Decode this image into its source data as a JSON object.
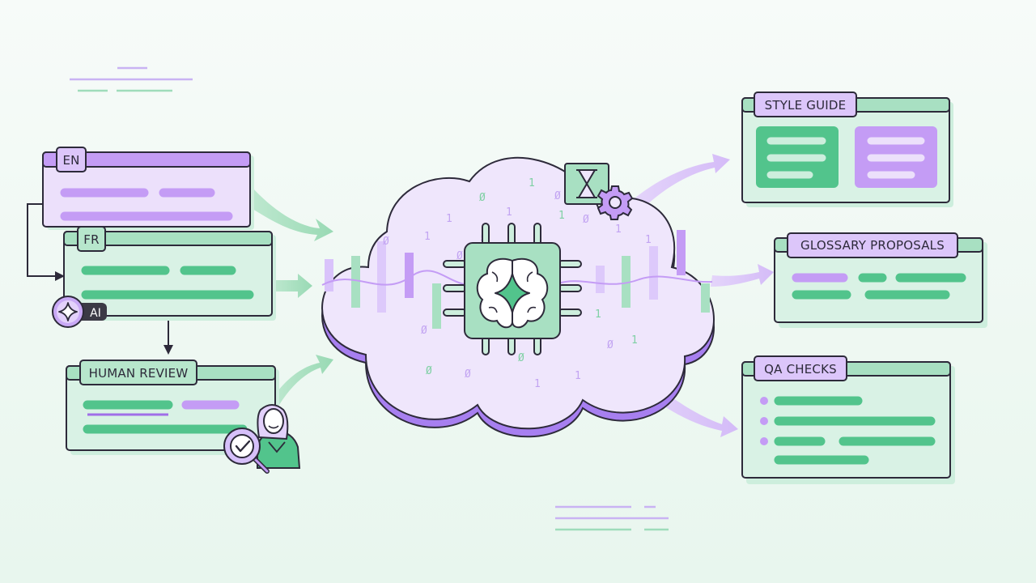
{
  "source_doc": {
    "language": "EN"
  },
  "target_doc": {
    "language": "FR",
    "badge": "AI"
  },
  "review_doc": {
    "title": "HUMAN REVIEW"
  },
  "outputs": {
    "style_guide": "STYLE GUIDE",
    "glossary": "GLOSSARY PROPOSALS",
    "qa": "QA CHECKS"
  },
  "cloud_digits": [
    "1",
    "0",
    "0",
    "1",
    "1",
    "0",
    "1",
    "0",
    "1",
    "0",
    "1",
    "0",
    "1",
    "0",
    "1",
    "1",
    "0",
    "0",
    "1",
    "1",
    "0",
    "1",
    "0"
  ],
  "colors": {
    "green": "#52c48c",
    "green_fill": "#cdeedd",
    "purple": "#c49cf5",
    "purple_fill": "#ece0fb",
    "outline": "#2d2a3a"
  }
}
